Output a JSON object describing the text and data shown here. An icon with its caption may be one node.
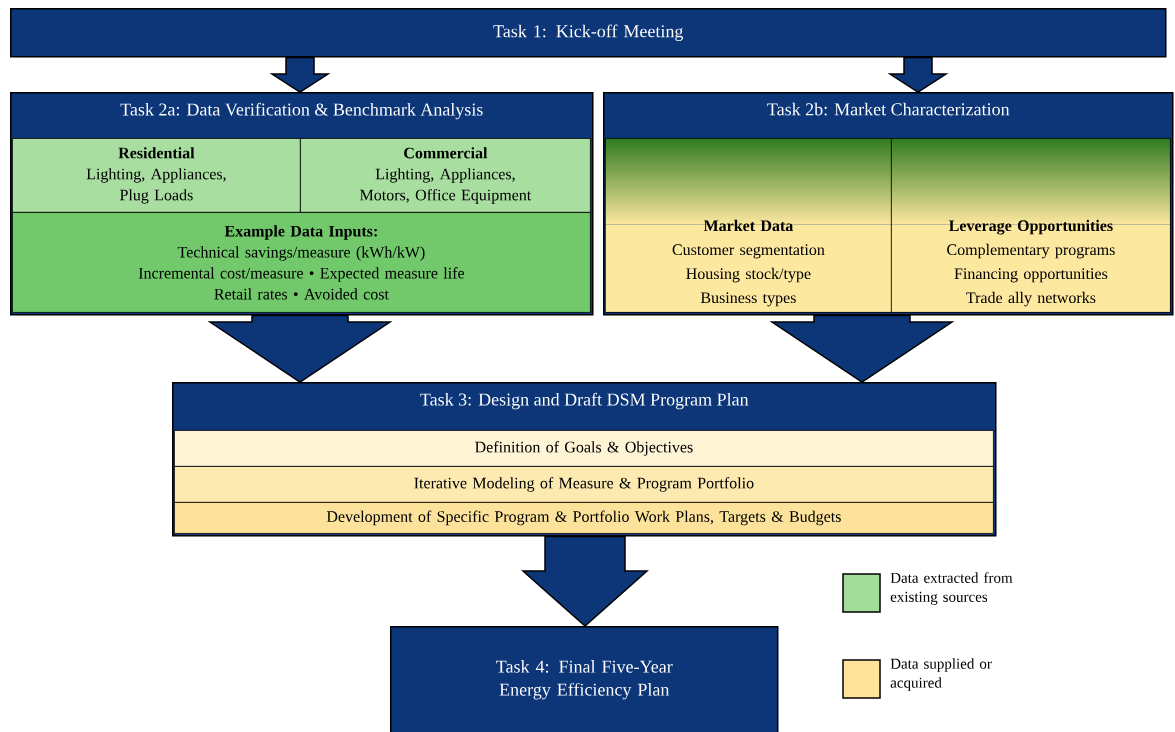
{
  "diagram": {
    "nodes": [
      {
        "text": [
          "Task 1: Kick-off Meeting"
        ]
      },
      {
        "text": [
          "Task 2a: Data Verification & Benchmark Analysis"
        ]
      },
      {
        "text": [
          "Residential",
          "Lighting, Appliances, Plug Loads"
        ],
        "in": 1
      },
      {
        "text": [
          "Commercial",
          "Lighting, Appliances, Motors, Office Equipment"
        ],
        "in": 1
      },
      {
        "text": [
          "Example Data Inputs:",
          "Technical savings/measure (kWh/kW)",
          "Incremental cost/measure • Expected measure life",
          "Retail rates • Avoided cost"
        ],
        "in": 1
      },
      {
        "text": [
          "Task 2b: Market Characterization"
        ]
      },
      {
        "text": [
          "Market Data",
          "Customer segmentation",
          "Housing stock/type",
          "Business types"
        ],
        "in": 5
      },
      {
        "text": [
          "Leverage Opportunities",
          "Complementary programs",
          "Financing opportunities",
          "Trade ally networks"
        ],
        "in": 5
      },
      {
        "text": [
          "Task 3: Design and Draft DSM Program Plan"
        ]
      },
      {
        "text": [
          "Definition of Goals & Objectives"
        ],
        "in": 8
      },
      {
        "text": [
          "Iterative Modeling of Measure & Program Portfolio"
        ],
        "in": 8
      },
      {
        "text": [
          "Development of Specific Program & Portfolio Work Plans, Targets & Budgets"
        ],
        "in": 8
      },
      {
        "text": [
          "Task 4: Final Five-Year Energy Efficiency Plan"
        ]
      }
    ],
    "edges": [
      {
        "from": 0,
        "to": 1,
        "arrow": "to"
      },
      {
        "from": 0,
        "to": 5,
        "arrow": "to"
      },
      {
        "from": 1,
        "to": 8,
        "arrow": "to"
      },
      {
        "from": 5,
        "to": 8,
        "arrow": "to"
      },
      {
        "from": 8,
        "to": 12,
        "arrow": "to"
      }
    ],
    "legend": [
      {
        "text": "Data extracted from existing sources",
        "color": "#a4dc9c"
      },
      {
        "text": "Data supplied or acquired",
        "color": "#fde49a"
      }
    ]
  }
}
